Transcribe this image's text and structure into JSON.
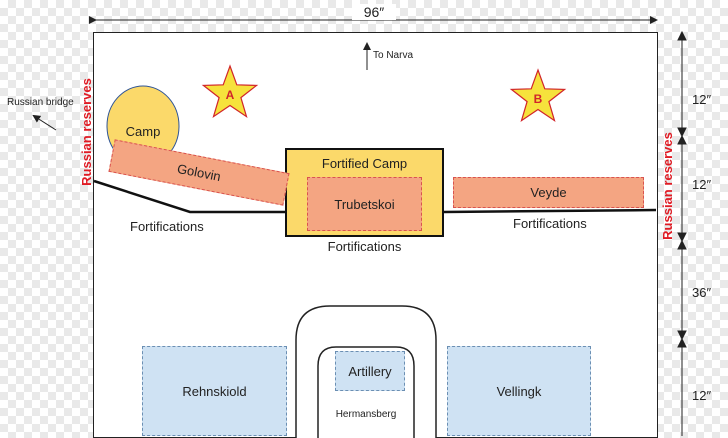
{
  "dimensions": {
    "width": "96″",
    "heights": [
      "12″",
      "12″",
      "36″",
      "12″"
    ]
  },
  "labels": {
    "to_narva": "To Narva",
    "russian_bridge": "Russian bridge",
    "russian_reserves_left": "Russian reserves",
    "russian_reserves_right": "Russian reserves",
    "camp": "Camp",
    "fortified_camp": "Fortified Camp",
    "fortifications_left": "Fortifications",
    "fortifications_center": "Fortifications",
    "fortifications_right": "Fortifications",
    "hermansberg": "Hermansberg"
  },
  "units": {
    "golovin": "Golovin",
    "trubetskoi": "Trubetskoi",
    "veyde": "Veyde",
    "rehnskiold": "Rehnskiold",
    "artillery": "Artillery",
    "vellingk": "Vellingk"
  },
  "objectives": {
    "a": "A",
    "b": "B"
  },
  "colors": {
    "russian_unit": "#f4a582",
    "swedish_unit": "#cfe2f3",
    "fortified_camp": "#fbd96a",
    "star": "#f6e23c",
    "star_outline": "#d1242a",
    "reserves_text": "#e01b24"
  }
}
